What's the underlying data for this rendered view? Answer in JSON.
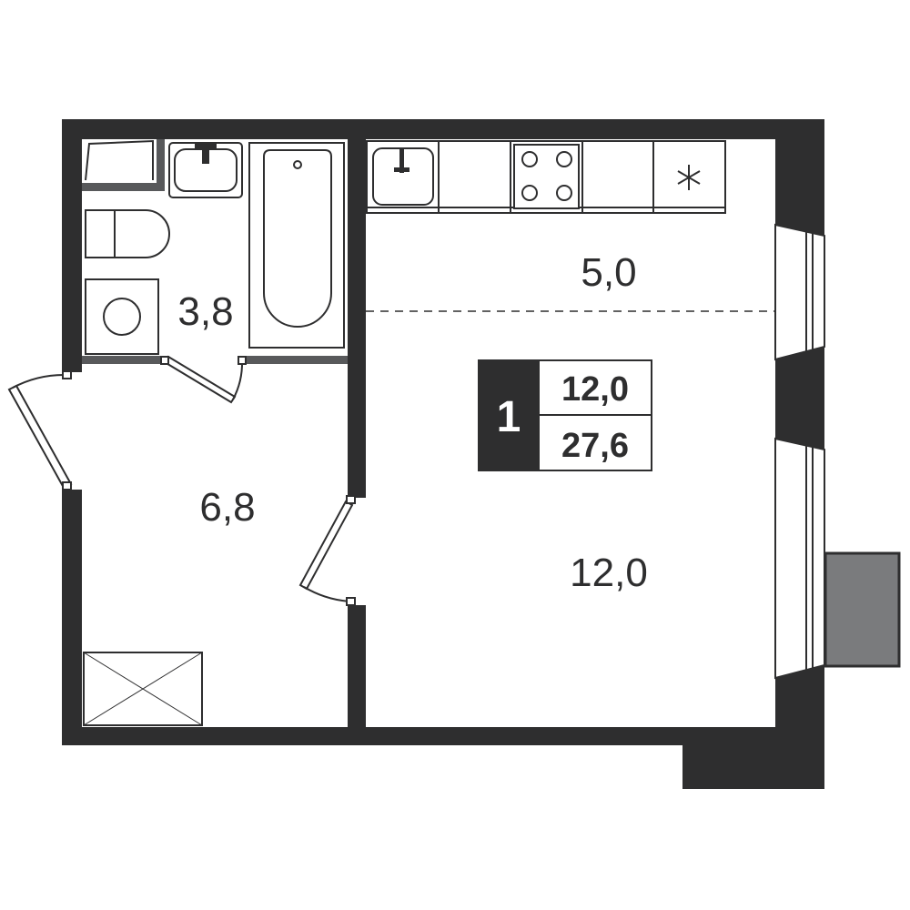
{
  "rooms": {
    "bathroom": {
      "area": "3,8"
    },
    "kitchen_zone": {
      "area": "5,0"
    },
    "hallway": {
      "area": "6,8"
    },
    "living_room": {
      "area": "12,0"
    }
  },
  "badge": {
    "rooms_count": "1",
    "living_area": "12,0",
    "total_area": "27,6"
  },
  "colors": {
    "wall": "#2e2e2f",
    "balcony": "#7a7b7d",
    "fixture_stroke": "#2e2e2f",
    "background": "#ffffff"
  }
}
